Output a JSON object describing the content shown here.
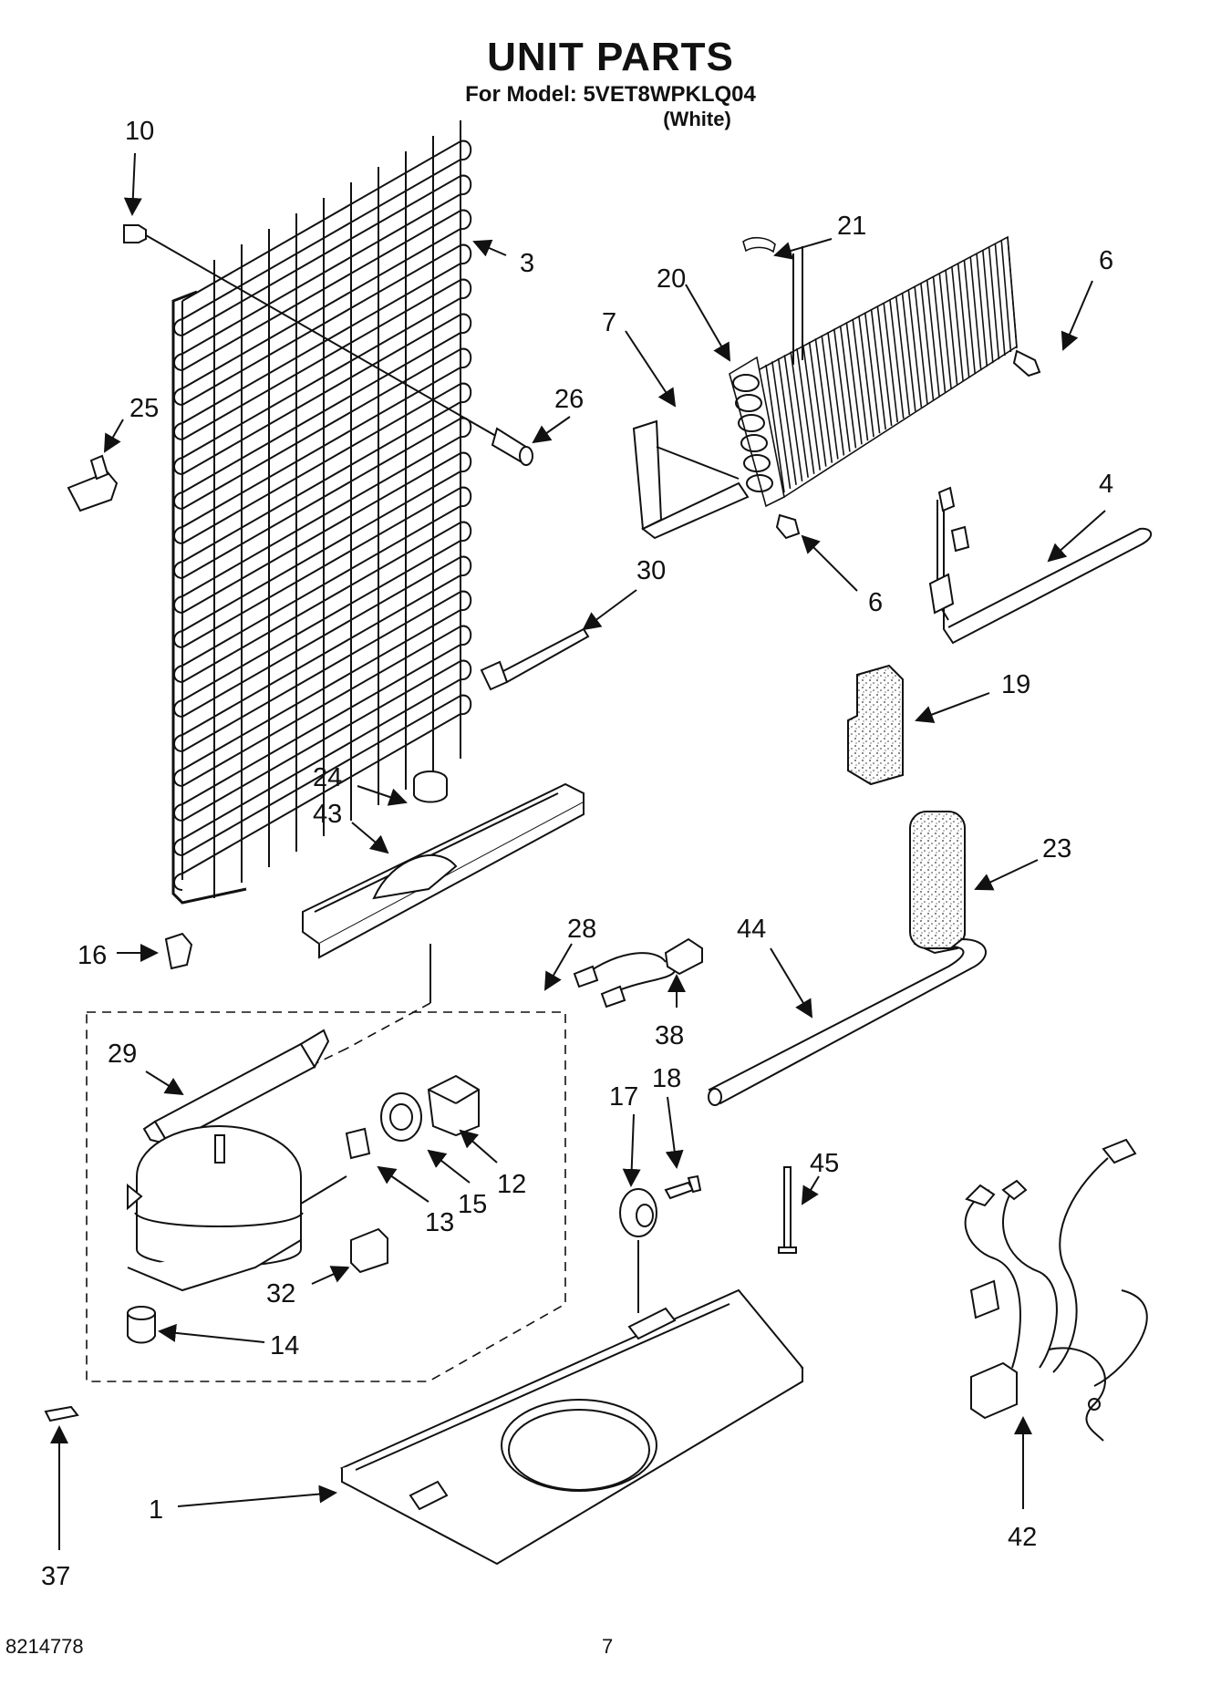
{
  "header": {
    "title": "UNIT PARTS",
    "subtitle": "For Model: 5VET8WPKLQ04",
    "variant": "(White)"
  },
  "footer": {
    "doc_number": "8214778",
    "page_number": "7"
  },
  "callouts": [
    "10",
    "3",
    "21",
    "6",
    "20",
    "7",
    "26",
    "25",
    "6",
    "4",
    "30",
    "19",
    "24",
    "43",
    "23",
    "16",
    "28",
    "44",
    "38",
    "29",
    "18",
    "17",
    "12",
    "15",
    "13",
    "45",
    "32",
    "14",
    "37",
    "1",
    "42"
  ]
}
